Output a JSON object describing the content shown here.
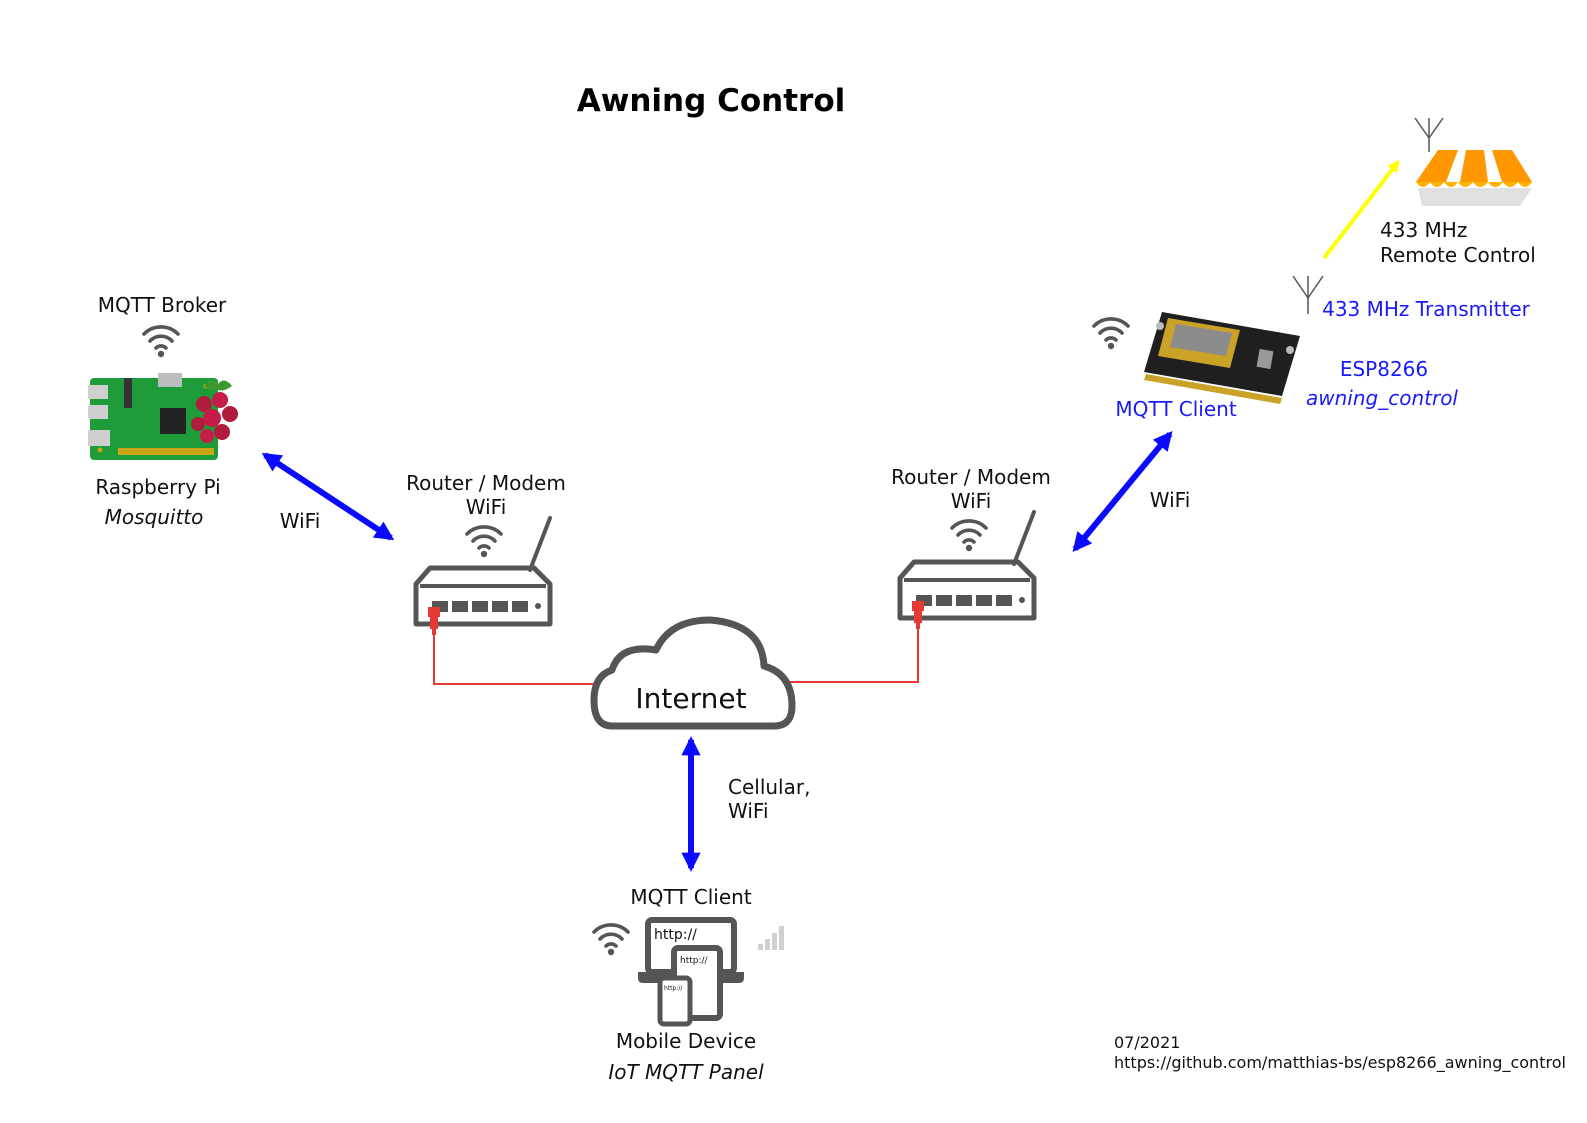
{
  "title": "Awning Control",
  "nodes": {
    "broker": {
      "top_label": "MQTT Broker",
      "name": "Raspberry Pi",
      "software": "Mosquitto"
    },
    "router_left": {
      "line1": "Router / Modem",
      "line2": "WiFi"
    },
    "router_right": {
      "line1": "Router / Modem",
      "line2": "WiFi"
    },
    "internet": {
      "label": "Internet"
    },
    "esp": {
      "client_label": "MQTT Client",
      "chip": "ESP8266",
      "program": "awning_control",
      "transmitter": "433 MHz Transmitter"
    },
    "remote": {
      "line1": "433 MHz",
      "line2": "Remote Control"
    },
    "mobile": {
      "top_label": "MQTT Client",
      "name": "Mobile Device",
      "app": "IoT MQTT Panel",
      "screen_text": "http://"
    }
  },
  "links": {
    "wifi_left": "WiFi",
    "wifi_right": "WiFi",
    "cellular_line1": "Cellular,",
    "cellular_line2": "WiFi"
  },
  "footer": {
    "date": "07/2021",
    "url": "https://github.com/matthias-bs/esp8266_awning_control"
  },
  "colors": {
    "wireless_link": "#0a0aff",
    "wired_link": "#e53935",
    "radio_link": "#ffff00",
    "device_gray": "#555555",
    "label_blue": "#1a1aff"
  },
  "icons": [
    "wifi-icon",
    "antenna-icon",
    "router-icon",
    "cloud-icon",
    "raspberry-pi-icon",
    "esp8266-board-icon",
    "awning-icon",
    "laptop-icon",
    "tablet-icon",
    "phone-icon",
    "signal-bars-icon"
  ]
}
